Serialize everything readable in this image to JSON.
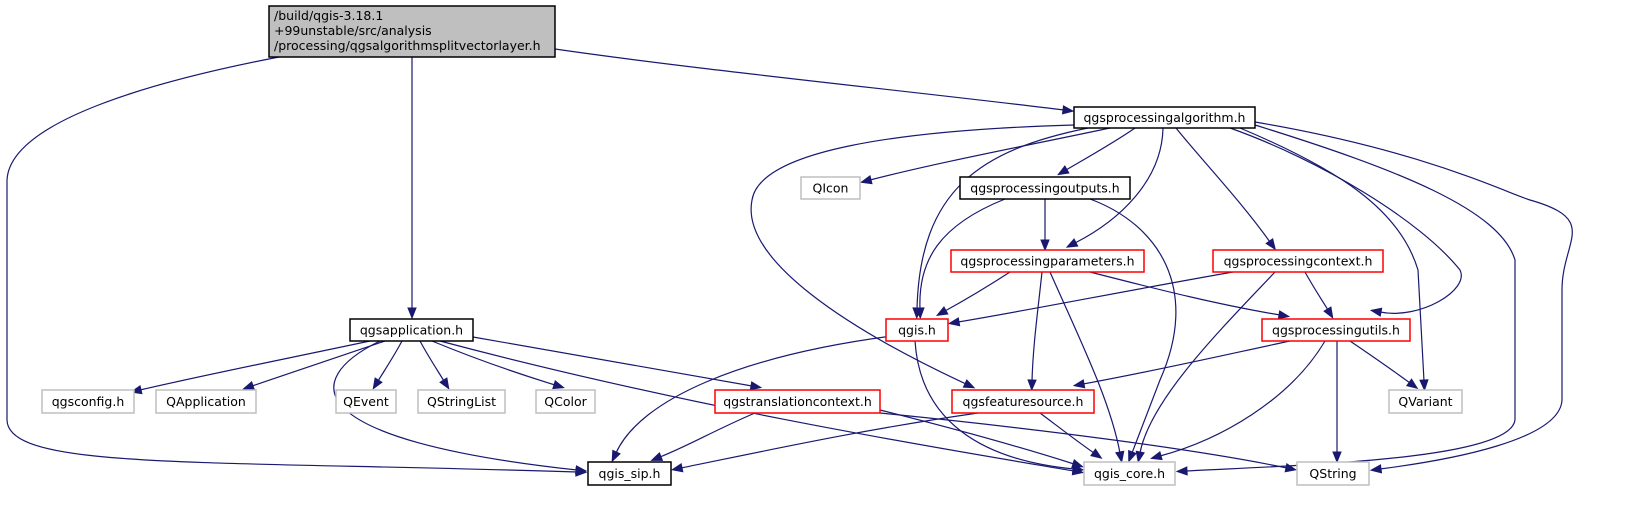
{
  "graph": {
    "type": "include-dependency-graph",
    "colors": {
      "edge": "#191970",
      "root_fill": "#bfbfbf",
      "root_border": "#000000",
      "documented_border": "#000000",
      "partial_border": "#ff0000",
      "external_border": "#bfbfbf",
      "node_fill": "#ffffff"
    },
    "nodes": [
      {
        "id": "root",
        "lines": [
          "/build/qgis-3.18.1",
          "+99unstable/src/analysis",
          "/processing/qgsalgorithmsplitvectorlayer.h"
        ],
        "kind": "root"
      },
      {
        "id": "qgsprocessingalgorithm",
        "lines": [
          "qgsprocessingalgorithm.h"
        ],
        "kind": "documented"
      },
      {
        "id": "qicon",
        "lines": [
          "QIcon"
        ],
        "kind": "external"
      },
      {
        "id": "qgsprocessingoutputs",
        "lines": [
          "qgsprocessingoutputs.h"
        ],
        "kind": "documented"
      },
      {
        "id": "qgsprocessingparameters",
        "lines": [
          "qgsprocessingparameters.h"
        ],
        "kind": "partial"
      },
      {
        "id": "qgsprocessingcontext",
        "lines": [
          "qgsprocessingcontext.h"
        ],
        "kind": "partial"
      },
      {
        "id": "qgis",
        "lines": [
          "qgis.h"
        ],
        "kind": "partial"
      },
      {
        "id": "qgsprocessingutils",
        "lines": [
          "qgsprocessingutils.h"
        ],
        "kind": "partial"
      },
      {
        "id": "qgsapplication",
        "lines": [
          "qgsapplication.h"
        ],
        "kind": "documented"
      },
      {
        "id": "qgsconfig",
        "lines": [
          "qgsconfig.h"
        ],
        "kind": "external"
      },
      {
        "id": "qapplication",
        "lines": [
          "QApplication"
        ],
        "kind": "external"
      },
      {
        "id": "qevent",
        "lines": [
          "QEvent"
        ],
        "kind": "external"
      },
      {
        "id": "qstringlist",
        "lines": [
          "QStringList"
        ],
        "kind": "external"
      },
      {
        "id": "qcolor",
        "lines": [
          "QColor"
        ],
        "kind": "external"
      },
      {
        "id": "qgstranslationcontext",
        "lines": [
          "qgstranslationcontext.h"
        ],
        "kind": "partial"
      },
      {
        "id": "qgsfeaturesource",
        "lines": [
          "qgsfeaturesource.h"
        ],
        "kind": "partial"
      },
      {
        "id": "qvariant",
        "lines": [
          "QVariant"
        ],
        "kind": "external"
      },
      {
        "id": "qgis_sip",
        "lines": [
          "qgis_sip.h"
        ],
        "kind": "documented"
      },
      {
        "id": "qgis_core",
        "lines": [
          "qgis_core.h"
        ],
        "kind": "external"
      },
      {
        "id": "qstring",
        "lines": [
          "QString"
        ],
        "kind": "external"
      }
    ],
    "edges": [
      {
        "from": "root",
        "to": "qgis_sip"
      },
      {
        "from": "root",
        "to": "qgsapplication"
      },
      {
        "from": "root",
        "to": "qgsprocessingalgorithm"
      },
      {
        "from": "qgsprocessingalgorithm",
        "to": "qicon"
      },
      {
        "from": "qgsprocessingalgorithm",
        "to": "qgsprocessingoutputs"
      },
      {
        "from": "qgsprocessingalgorithm",
        "to": "qgsprocessingparameters"
      },
      {
        "from": "qgsprocessingalgorithm",
        "to": "qgsprocessingcontext"
      },
      {
        "from": "qgsprocessingalgorithm",
        "to": "qgis"
      },
      {
        "from": "qgsprocessingalgorithm",
        "to": "qgsfeaturesource"
      },
      {
        "from": "qgsprocessingalgorithm",
        "to": "qgsprocessingutils"
      },
      {
        "from": "qgsprocessingalgorithm",
        "to": "qvariant"
      },
      {
        "from": "qgsprocessingalgorithm",
        "to": "qgis_core"
      },
      {
        "from": "qgsprocessingalgorithm",
        "to": "qstring"
      },
      {
        "from": "qgsprocessingoutputs",
        "to": "qgsprocessingparameters"
      },
      {
        "from": "qgsprocessingoutputs",
        "to": "qgis"
      },
      {
        "from": "qgsprocessingoutputs",
        "to": "qgis_core"
      },
      {
        "from": "qgsprocessingparameters",
        "to": "qgis"
      },
      {
        "from": "qgsprocessingparameters",
        "to": "qgsprocessingutils"
      },
      {
        "from": "qgsprocessingparameters",
        "to": "qgsfeaturesource"
      },
      {
        "from": "qgsprocessingparameters",
        "to": "qgis_core"
      },
      {
        "from": "qgsprocessingcontext",
        "to": "qgis"
      },
      {
        "from": "qgsprocessingcontext",
        "to": "qgsprocessingutils"
      },
      {
        "from": "qgsprocessingcontext",
        "to": "qgis_core"
      },
      {
        "from": "qgis",
        "to": "qgis_sip"
      },
      {
        "from": "qgis",
        "to": "qgis_core"
      },
      {
        "from": "qgsprocessingutils",
        "to": "qgsfeaturesource"
      },
      {
        "from": "qgsprocessingutils",
        "to": "qvariant"
      },
      {
        "from": "qgsprocessingutils",
        "to": "qstring"
      },
      {
        "from": "qgsprocessingutils",
        "to": "qgis_core"
      },
      {
        "from": "qgsapplication",
        "to": "qgsconfig"
      },
      {
        "from": "qgsapplication",
        "to": "qapplication"
      },
      {
        "from": "qgsapplication",
        "to": "qevent"
      },
      {
        "from": "qgsapplication",
        "to": "qstringlist"
      },
      {
        "from": "qgsapplication",
        "to": "qcolor"
      },
      {
        "from": "qgsapplication",
        "to": "qgstranslationcontext"
      },
      {
        "from": "qgsapplication",
        "to": "qgis_sip"
      },
      {
        "from": "qgsapplication",
        "to": "qgis_core"
      },
      {
        "from": "qgstranslationcontext",
        "to": "qgis_sip"
      },
      {
        "from": "qgstranslationcontext",
        "to": "qgis_core"
      },
      {
        "from": "qgstranslationcontext",
        "to": "qstring"
      },
      {
        "from": "qgsfeaturesource",
        "to": "qgis_sip"
      },
      {
        "from": "qgsfeaturesource",
        "to": "qgis_core"
      }
    ]
  }
}
